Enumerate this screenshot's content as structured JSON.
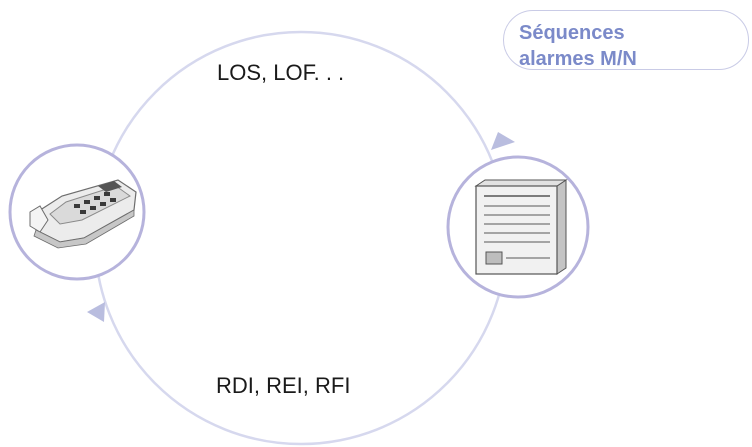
{
  "title": "Séquences\nalarmes M/N",
  "top_label": "LOS, LOF. . .",
  "bottom_label": "RDI, REI, RFI",
  "nodes": {
    "left": "handheld-tester-icon",
    "right": "network-cabinet-icon"
  },
  "colors": {
    "cycle": "#d6d8ee",
    "node_border": "#b6b3dc",
    "arrow": "#b9bddf",
    "title_text": "#7b8ac9",
    "title_border": "#c9cbe6"
  }
}
